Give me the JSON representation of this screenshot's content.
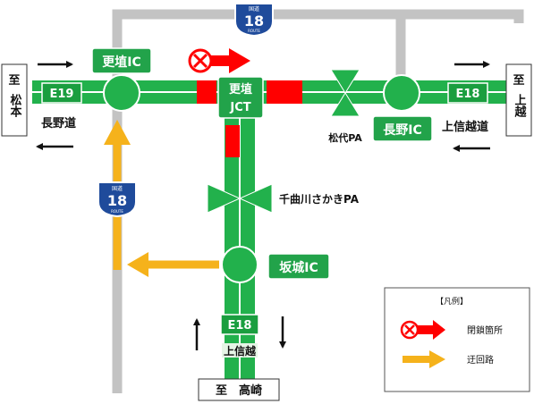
{
  "colors": {
    "expressway": "#22b14c",
    "expressway_dark": "#1a9e3f",
    "national_road": "#c3c3c3",
    "closure": "#ff0000",
    "detour": "#f5b21b",
    "route_shield": "#1f4b9b",
    "ic_box": "#22a34a",
    "text": "#111111"
  },
  "route_shield": {
    "kanji": "国道",
    "number": "18",
    "word": "ROUTE"
  },
  "destinations": {
    "west": {
      "prefix": "至",
      "place": "松本"
    },
    "east": {
      "prefix": "至",
      "place": "上越"
    },
    "south": {
      "label": "至　高崎"
    }
  },
  "routes": {
    "e19": {
      "code": "E19",
      "name": "長野道"
    },
    "e18_east": {
      "code": "E18",
      "name": "上信越道"
    },
    "e18_south": {
      "code": "E18",
      "name": "上信越"
    }
  },
  "interchanges": {
    "koshoku_ic": "更埴IC",
    "koshoku_jct_line1": "更埴",
    "koshoku_jct_line2": "JCT",
    "nagano_ic": "長野IC",
    "sakaki_ic": "坂城IC"
  },
  "parking_areas": {
    "matsushiro": "松代PA",
    "chikumagawa": "千曲川さかきPA"
  },
  "legend": {
    "title": "【凡例】",
    "closure": "閉鎖箇所",
    "detour": "迂回路"
  }
}
